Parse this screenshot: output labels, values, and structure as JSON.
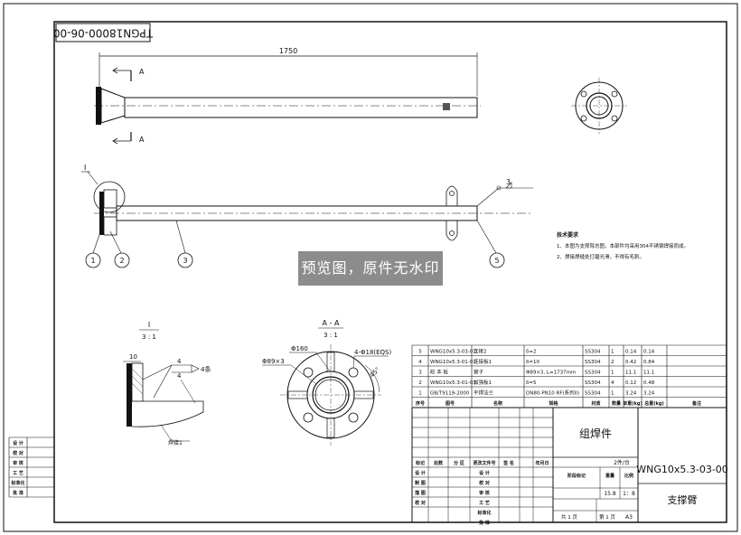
{
  "drawing": {
    "code_stamp_rotated": "TPGN18000-06-00",
    "dimension_length": "1750",
    "section_marker": "A",
    "detail_label": "I",
    "detail_scale": "3 : 1",
    "section_label": "A - A",
    "section_scale": "3 : 1",
    "leader_3": "3",
    "weld_size_4a": "4",
    "weld_size_4b": "4",
    "weld_symbol_text": "4条",
    "dim_10": "10",
    "dim_160": "Φ160",
    "dim_89": "Φ89×3",
    "dim_holes": "4-Φ18(EQS)",
    "dim_angle": "45°",
    "weld_note": "焊接1",
    "balloons": [
      "1",
      "2",
      "3",
      "5"
    ]
  },
  "notes": {
    "title": "技术要求",
    "line1": "1、本图为支撑臂总图，本部件均采用304不锈钢焊接而成。",
    "line2": "2、焊接焊缝处打磨光滑，不得有毛刺。"
  },
  "watermark": "预览图，原件无水印",
  "bom": {
    "rows": [
      {
        "no": "5",
        "code": "WNG10x5.3-03-01",
        "name": "连接2",
        "spec": "δ=2",
        "material": "SS304",
        "qty": "1",
        "unit": "0.14",
        "total": "0.14"
      },
      {
        "no": "4",
        "code": "WNG10x5.3-01-01",
        "name": "连接板1",
        "spec": "δ=10",
        "material": "SS304",
        "qty": "2",
        "unit": "0.42",
        "total": "0.84"
      },
      {
        "no": "3",
        "code": "皎 本 板",
        "name": "管子",
        "spec": "Φ89×3, L=1737mm",
        "material": "SS304",
        "qty": "1",
        "unit": "11.1",
        "total": "11.1"
      },
      {
        "no": "2",
        "code": "WNG10x5.3-01-03",
        "name": "加强板1",
        "spec": "δ=5",
        "material": "SS304",
        "qty": "4",
        "unit": "0.12",
        "total": "0.48"
      },
      {
        "no": "1",
        "code": "GB/T9119-2000",
        "name": "平焊法兰",
        "spec": "DN80-PN10 RF(系列II)",
        "material": "SS304",
        "qty": "1",
        "unit": "3.24",
        "total": "3.24"
      }
    ],
    "header": {
      "no": "序号",
      "code": "图号",
      "name": "名称",
      "spec": "规格",
      "material": "材质",
      "qty": "数量",
      "unit": "单重(kg)",
      "total": "总重(kg)",
      "remark": "备注"
    }
  },
  "title_block": {
    "assembly": "组焊件",
    "drawing_no": "WNG10x5.3-03-00",
    "part_name": "支撑臂",
    "sets": "2件/台",
    "weight": "15.8",
    "scale": "1：8",
    "sheets_total": "共 1 页",
    "sheet_no": "第 1 页",
    "paper": "A3",
    "stage_mark": "阶段标记",
    "weight_label": "重量",
    "scale_label": "比例",
    "rev_labels": [
      "标记",
      "处数",
      "分 区",
      "更改文件号",
      "签 名",
      "年月日"
    ],
    "roles": [
      "设 计",
      "校 对",
      "审 核",
      "工 艺",
      "标准化",
      "批 准"
    ],
    "roles_left": [
      "设 计",
      "制 图",
      "描 图",
      "校 对"
    ]
  },
  "side_block": {
    "labels": [
      "设 计",
      "校 对",
      "审 核",
      "工 艺",
      "标准化",
      "批 准"
    ]
  }
}
